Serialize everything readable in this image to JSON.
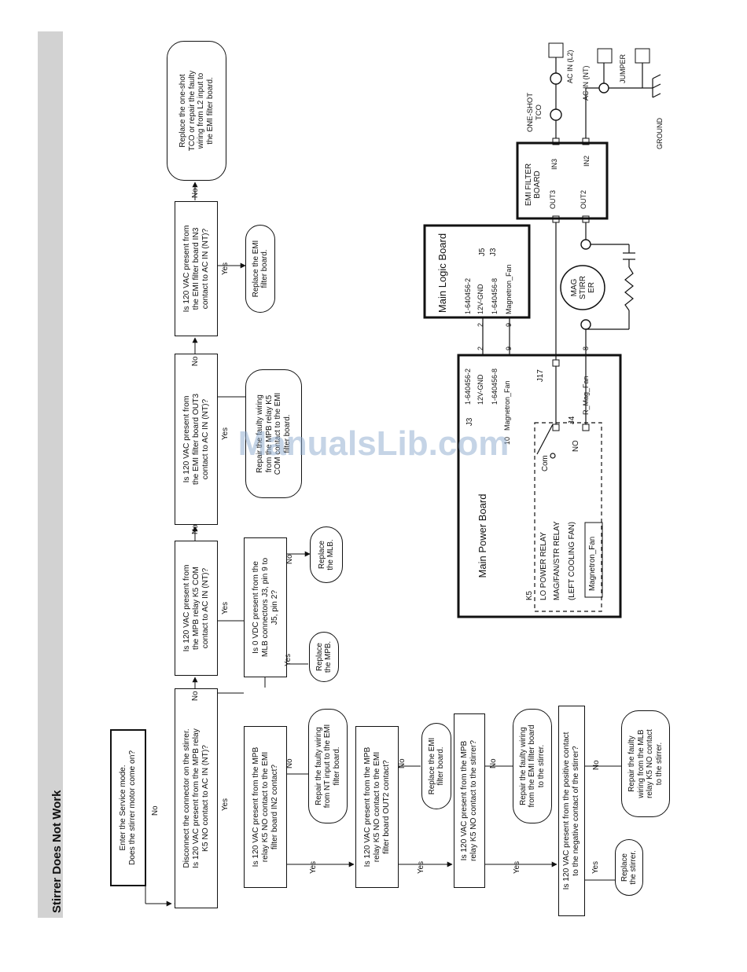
{
  "page": {
    "title": "Stirrer Does Not Work",
    "watermark": "ManualsLib.com"
  },
  "flowchart": {
    "start": "Enter the Service mode.\nDoes the stirrer motor come on?",
    "q1": "Disconnect the connector on the stirrer.\nIs 120 VAC present from the MPB relay\nK5 NO contact to AC IN (NT)?",
    "q_mpb_com": "Is 120 VAC present from\nthe MPB relay K5 COM\ncontact to AC IN (NT)?",
    "q_0vdc": "Is 0 VDC present from the\nMLB connectors J3, pin 9 to\nJ5, pin 2?",
    "r_mpb": "Replace\nthe MPB.",
    "r_mlb": "Replace\nthe MLB.",
    "q_out3": "Is 120 VAC present from\nthe EMI filter board OUT3\ncontact to AC IN (NT)?",
    "r_k5com": "Repair the faulty wiring\nfrom the MPB relay K5\nCOM contact to the EMI\nfilter board.",
    "q_in3": "Is 120 VAC present from\nthe EMI filter board IN3\ncontact to AC IN (NT)?",
    "r_emi_top": "Replace the EMI\nfilter board.",
    "r_tco": "Replace the one-shot\nTCO or repair the faulty\nwiring from L2 input to\nthe EMI filter board.",
    "q_in2": "Is 120 VAC present from the MPB\nrelay K5 NO contact to the EMI\nfilter board IN2 contact?",
    "r_nt": "Repair the faulty wiring\nfrom NT input to the EMI\nfilter board.",
    "q_out2": "Is 120 VAC present from the MPB\nrelay K5 NO contact to the EMI\nfilter board OUT2 contact?",
    "r_emi_bottom": "Replace the EMI\nfilter board.",
    "q_stirrer": "Is 120 VAC present from the MPB\nrelay K5 NO contact to the stirrer?",
    "r_emi_stirrer": "Repair the faulty wiring\nfrom the EMI filter board\nto the stirrer.",
    "q_pos_neg": "Is 120 VAC present from the positive contact\nto the negative contact of the stirrer?",
    "r_stirrer": "Replace\nthe stirrer.",
    "r_mlb_k5": "Repair the faulty\nwiring from the MLB\nrelay K5 NO contact\nto the stirrer."
  },
  "answers": {
    "yes": "Yes",
    "no": "No"
  },
  "schematic": {
    "mpb_title": "Main\nPower\nBoard",
    "k5": "K5",
    "relay_line1": "LO POWER RELAY",
    "relay_line2": "MAG/FAN/STR RELAY",
    "relay_line3": "(LEFT COOLING FAN)",
    "mag_fan_box": "Magnetron_Fan",
    "com": "Com",
    "no_contact": "NO",
    "j4": "J4",
    "j17": "J17",
    "j3": "J3",
    "mpb_part1": "1-640456-2",
    "mpb_pin1": "12V-GND",
    "mpb_part2": "1-640456-8",
    "mpb_pin2": "Magnetron_Fan",
    "mpb_r_mag": "R_Mag_Fan",
    "mpb_num_top": "2",
    "mpb_num_mid": "9",
    "mpb_num_bot": "8",
    "mpb_num_left": "10",
    "mlb_title": "Main Logic\nBoard",
    "mlb_j5": "J5",
    "mlb_j3": "J3",
    "mlb_part1": "1-640456-2",
    "mlb_pin1": "12V-GND",
    "mlb_part2": "1-640456-8",
    "mlb_pin2": "Magnetron_Fan",
    "mlb_num_top": "2",
    "mlb_num_mid": "9",
    "stirrer": "MAG\nSTIRR\nER",
    "emi_title": "EMI FILTER\nBOARD",
    "emi_out3": "OUT3",
    "emi_in3": "IN3",
    "emi_out2": "OUT2",
    "emi_in2": "IN2",
    "tco": "ONE-SHOT\nTCO",
    "ac_l2": "AC IN (L2)",
    "ac_nt": "AC IN (NT)",
    "jumper": "JUMPER",
    "ground": "GROUND"
  }
}
